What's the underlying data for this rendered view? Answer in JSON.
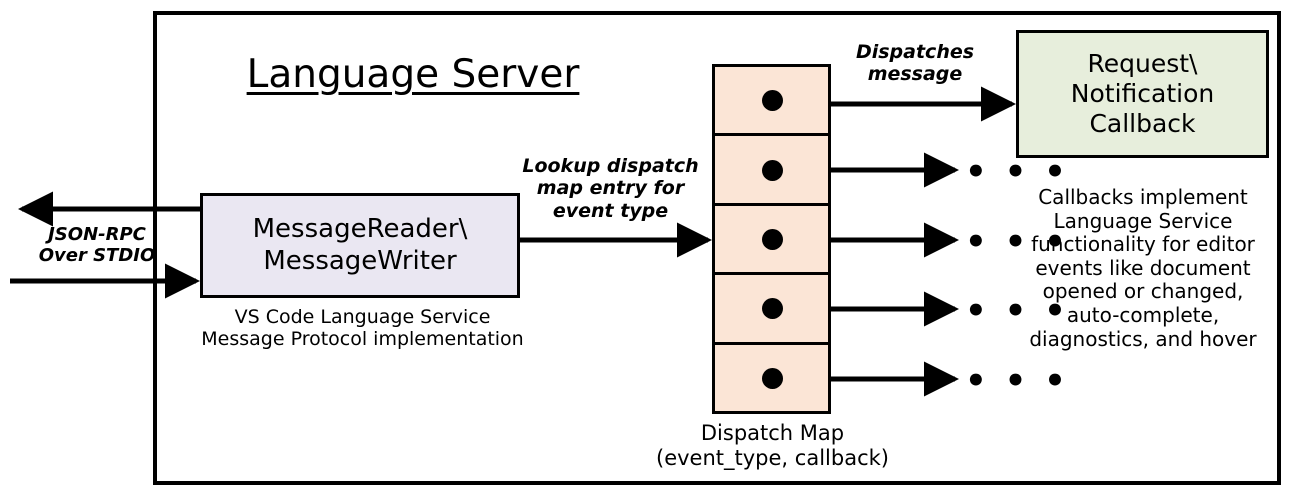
{
  "diagram": {
    "title": "Language Server",
    "frame_name": "language-server-boundary",
    "colors": {
      "stroke": "#000000",
      "message_io_fill": "#EAE7F2",
      "dispatch_map_fill": "#FBE5D6",
      "callback_fill": "#E7EEDC",
      "background": "#FFFFFF"
    }
  },
  "external_channel": {
    "label": "JSON-RPC\nOver STDIO",
    "outbound_arrow": "arrow-left-out",
    "inbound_arrow": "arrow-right-in"
  },
  "message_io": {
    "title": "MessageReader\\\nMessageWriter",
    "caption": "VS Code Language Service\nMessage Protocol implementation"
  },
  "lookup_edge": {
    "label": "Lookup dispatch\nmap entry for\nevent type"
  },
  "dispatch_map": {
    "caption": "Dispatch Map\n(event_type, callback)",
    "row_count": 5,
    "rows": [
      {
        "name": "dispatch-map-row-1",
        "dot": "callback-pointer-dot",
        "target": "Request\\Notification Callback"
      },
      {
        "name": "dispatch-map-row-2",
        "dot": "callback-pointer-dot",
        "target": "..."
      },
      {
        "name": "dispatch-map-row-3",
        "dot": "callback-pointer-dot",
        "target": "..."
      },
      {
        "name": "dispatch-map-row-4",
        "dot": "callback-pointer-dot",
        "target": "..."
      },
      {
        "name": "dispatch-map-row-5",
        "dot": "callback-pointer-dot",
        "target": "..."
      }
    ]
  },
  "dispatch_edge": {
    "label": "Dispatches\nmessage"
  },
  "callback": {
    "title": "Request\\\nNotification\nCallback",
    "caption": "Callbacks implement\nLanguage Service\nfunctionality for editor\nevents like document\nopened or changed,\nauto-complete,\ndiagnostics, and hover"
  },
  "ellipses": {
    "glyph": "• • •",
    "count": 4
  }
}
